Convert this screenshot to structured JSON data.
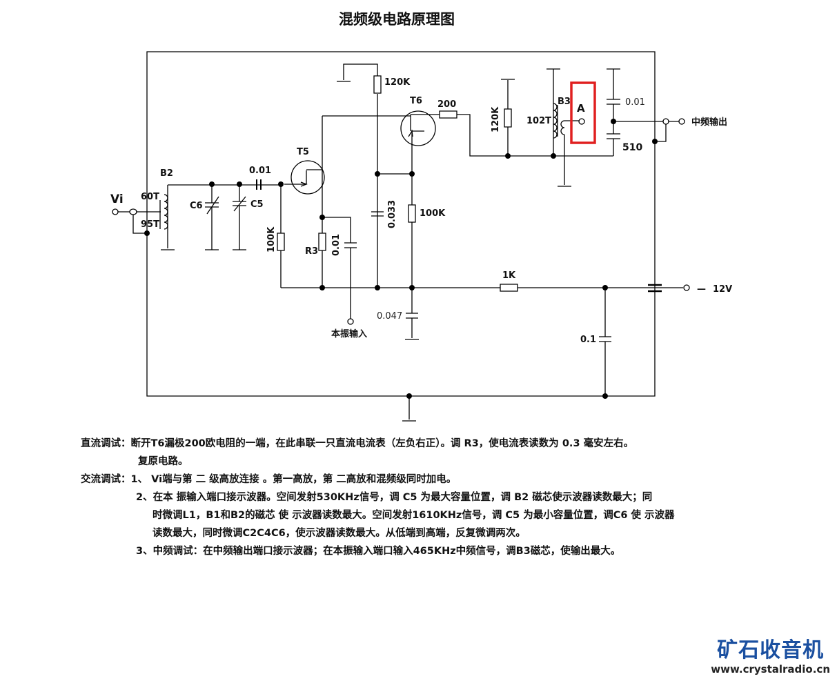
{
  "title": "混频级电路原理图",
  "labels": {
    "vi": "Vi",
    "b2": "B2",
    "n60t": "60T",
    "n95t": "95T",
    "c6": "C6",
    "c5": "C5",
    "cap001a": "0.01",
    "t5": "T5",
    "r100k_a": "100K",
    "r3": "R3",
    "cap001b": "0.01",
    "osc_in": "本振输入",
    "r120k_a": "120K",
    "t6": "T6",
    "cap0033": "0.033",
    "r100k_b": "100K",
    "cap0047": "0.047",
    "r200": "200",
    "r120k_b": "120K",
    "b3": "B3",
    "n102t": "102T",
    "point_a": "A",
    "cap001c": "0.01",
    "cap510": "510",
    "if_out": "中频输出",
    "r1k": "1K",
    "v12": "12V",
    "dash": "—",
    "cap01": "0.1"
  },
  "notes": {
    "dc_label": "直流调试：",
    "dc_line1": "断开T6漏极200欧电阻的一端，在此串联一只直流电流表（左负右正）。调 R3，使电流表读数为 0.3 毫安左右。",
    "dc_line2": "复原电路。",
    "ac_label": "交流调试：",
    "ac_1": "1、 Vi端与第 二 级高放连接 。第一高放，第 二高放和混频级同时加电。",
    "ac_2a": "2、在本 振输入端口接示波器。空间发射530KHz信号，调 C5 为最大容量位置，调 B2 磁芯使示波器读数最大；同",
    "ac_2b": "时微调L1，B1和B2的磁芯 使 示波器读数最大。空间发射1610KHz信号，调 C5 为最小容量位置，调C6 使 示波器",
    "ac_2c": "读数最大，同时微调C2C4C6，使示波器读数最大。从低端到高端，反复微调两次。",
    "ac_3": "3、中频调试：在中频输出端口接示波器；在本振输入端口输入465KHz中频信号，调B3磁芯，使输出最大。"
  },
  "logo": {
    "cn": "矿石收音机",
    "url": "www.crystalradio.cn"
  },
  "colors": {
    "highlight": "#e02020",
    "logo": "#1a4fa0"
  }
}
